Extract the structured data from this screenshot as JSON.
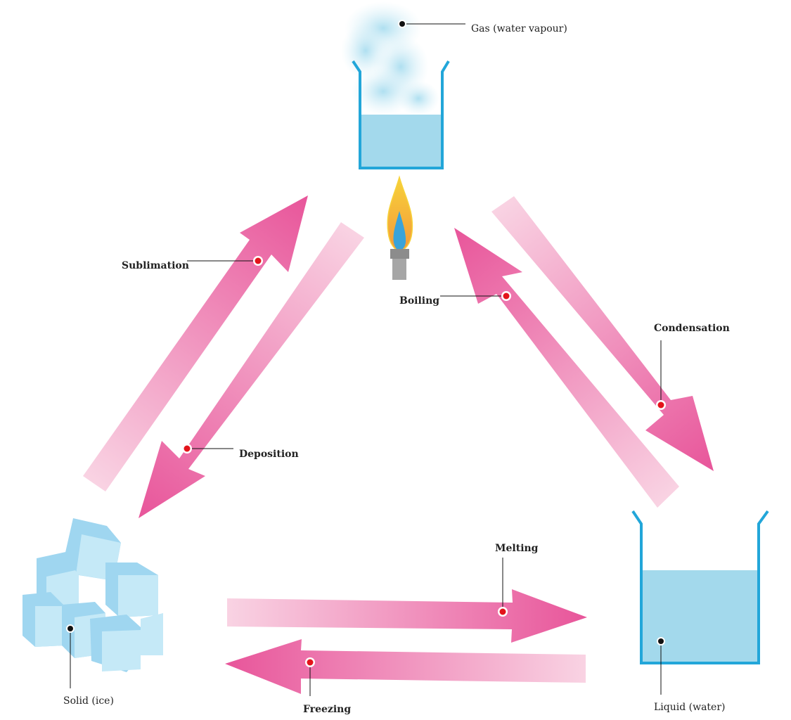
{
  "diagram": {
    "states": {
      "gas": "Gas (water vapour)",
      "liquid": "Liquid (water)",
      "solid": "Solid (ice)"
    },
    "processes": {
      "sublimation": "Sublimation",
      "deposition": "Deposition",
      "boiling": "Boiling",
      "condensation": "Condensation",
      "melting": "Melting",
      "freezing": "Freezing"
    },
    "colors": {
      "arrow_strong": "#e8559a",
      "arrow_light": "#f9d3e3",
      "water": "#a3d9ec",
      "beaker": "#22a6d9",
      "ice": "#a8dbf2",
      "flame_outer": "#f6a63a",
      "flame_inner": "#3aa3d9",
      "burner": "#999999",
      "marker_red": "#e3141b",
      "marker_black": "#111111"
    }
  }
}
